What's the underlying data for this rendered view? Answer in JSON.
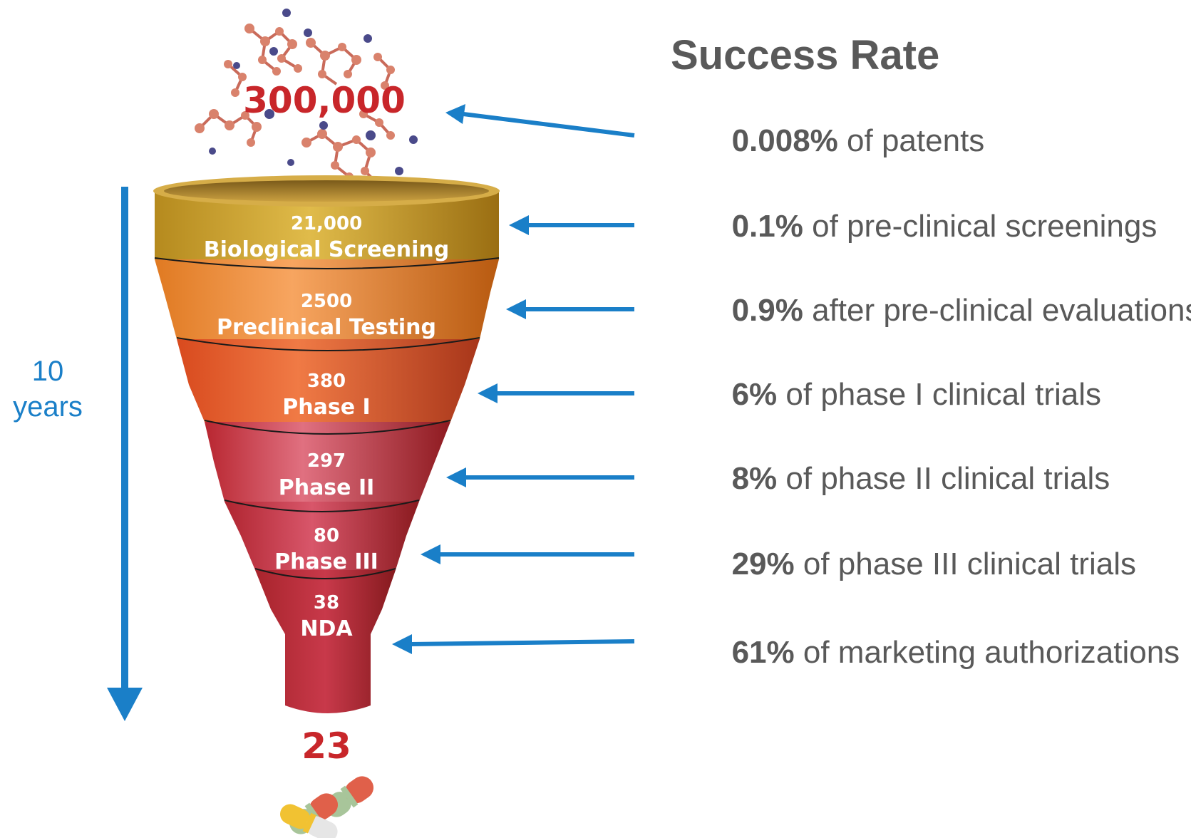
{
  "top_count": "300,000",
  "bottom_count": "23",
  "timeline": {
    "line1": "10",
    "line2": "years"
  },
  "funnel_stages": [
    {
      "count": "21,000",
      "label": "Biological Screening"
    },
    {
      "count": "2500",
      "label": "Preclinical Testing"
    },
    {
      "count": "380",
      "label": "Phase I"
    },
    {
      "count": "297",
      "label": "Phase II"
    },
    {
      "count": "80",
      "label": "Phase III"
    },
    {
      "count": "38",
      "label": "NDA"
    }
  ],
  "success_rate": {
    "title": "Success Rate",
    "items": [
      {
        "value": "0.008%",
        "text": " of patents"
      },
      {
        "value": "0.1%",
        "text": " of pre-clinical screenings"
      },
      {
        "value": "0.9%",
        "text": " after pre-clinical evaluations"
      },
      {
        "value": "6%",
        "text": " of phase I clinical trials"
      },
      {
        "value": "8%",
        "text": " of phase II clinical trials"
      },
      {
        "value": "29%",
        "text": " of phase III clinical trials"
      },
      {
        "value": "61%",
        "text": " of marketing authorizations"
      }
    ]
  },
  "colors": {
    "arrow": "#1a7fc8",
    "accent_red": "#c8262a",
    "text_gray": "#595959"
  }
}
